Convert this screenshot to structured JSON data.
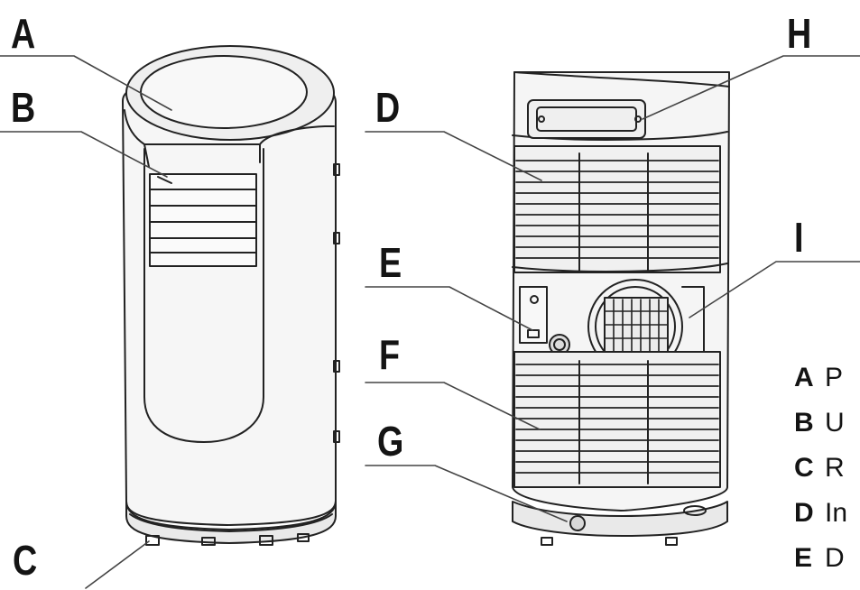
{
  "callouts": {
    "a": "A",
    "b": "B",
    "c": "C",
    "d": "D",
    "e": "E",
    "f": "F",
    "g": "G",
    "h": "H",
    "i": "I"
  },
  "legend": [
    {
      "letter": "A",
      "text": "P"
    },
    {
      "letter": "B",
      "text": "U"
    },
    {
      "letter": "C",
      "text": "R"
    },
    {
      "letter": "D",
      "text": "In"
    },
    {
      "letter": "E",
      "text": "D"
    }
  ],
  "colors": {
    "line": "#222222",
    "body": "#f4f4f4",
    "shade": "#e6e6e6",
    "text": "#141414"
  }
}
